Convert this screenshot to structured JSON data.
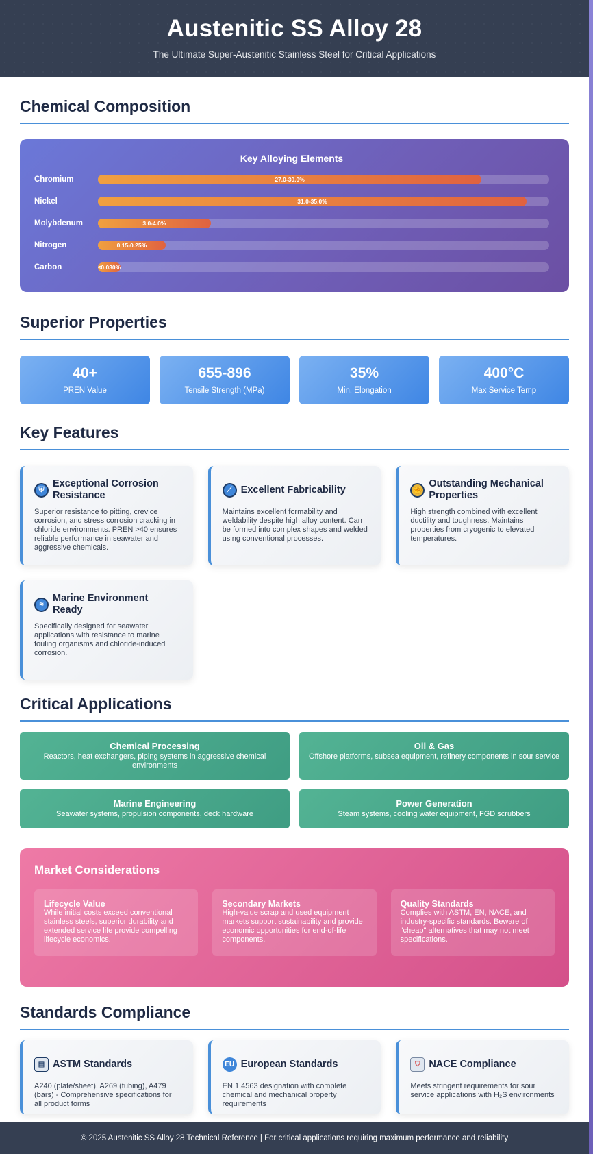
{
  "header": {
    "title": "Austenitic SS Alloy 28",
    "subtitle": "The Ultimate Super-Austenitic Stainless Steel for Critical Applications"
  },
  "chemical": {
    "section_title": "Chemical Composition",
    "box_title": "Key Alloying Elements",
    "elements": [
      {
        "name": "Chromium",
        "range": "27.0-30.0%",
        "fill": 0.85
      },
      {
        "name": "Nickel",
        "range": "31.0-35.0%",
        "fill": 0.95
      },
      {
        "name": "Molybdenum",
        "range": "3.0-4.0%",
        "fill": 0.25
      },
      {
        "name": "Nitrogen",
        "range": "0.15-0.25%",
        "fill": 0.15
      },
      {
        "name": "Carbon",
        "range": "≤0.030%",
        "fill": 0.05
      }
    ]
  },
  "properties": {
    "section_title": "Superior Properties",
    "items": [
      {
        "value": "40+",
        "label": "PREN Value"
      },
      {
        "value": "655-896",
        "label": "Tensile Strength (MPa)"
      },
      {
        "value": "35%",
        "label": "Min. Elongation"
      },
      {
        "value": "400°C",
        "label": "Max Service Temp"
      }
    ]
  },
  "features": {
    "section_title": "Key Features",
    "items": [
      {
        "icon": "corrosion-shield-icon",
        "glyph": "⛨",
        "title": "Exceptional Corrosion Resistance",
        "text": "Superior resistance to pitting, crevice corrosion, and stress corrosion cracking in chloride environments. PREN >40 ensures reliable performance in seawater and aggressive chemicals."
      },
      {
        "icon": "wrench-icon",
        "glyph": "⟋",
        "title": "Excellent Fabricability",
        "text": "Maintains excellent formability and weldability despite high alloy content. Can be formed into complex shapes and welded using conventional processes."
      },
      {
        "icon": "flexed-arm-icon",
        "glyph": "✊",
        "title": "Outstanding Mechanical Properties",
        "text": "High strength combined with excellent ductility and toughness. Maintains properties from cryogenic to elevated temperatures."
      },
      {
        "icon": "wave-icon",
        "glyph": "≈",
        "title": "Marine Environment Ready",
        "text": "Specifically designed for seawater applications with resistance to marine fouling organisms and chloride-induced corrosion."
      }
    ]
  },
  "applications": {
    "section_title": "Critical Applications",
    "items": [
      {
        "title": "Chemical Processing",
        "text": "Reactors, heat exchangers, piping systems in aggressive chemical environments"
      },
      {
        "title": "Oil & Gas",
        "text": "Offshore platforms, subsea equipment, refinery components in sour service"
      },
      {
        "title": "Marine Engineering",
        "text": "Seawater systems, propulsion components, deck hardware"
      },
      {
        "title": "Power Generation",
        "text": "Steam systems, cooling water equipment, FGD scrubbers"
      }
    ]
  },
  "market": {
    "title": "Market Considerations",
    "items": [
      {
        "title": "Lifecycle Value",
        "text": "While initial costs exceed conventional stainless steels, superior durability and extended service life provide compelling lifecycle economics."
      },
      {
        "title": "Secondary Markets",
        "text": "High-value scrap and used equipment markets support sustainability and provide economic opportunities for end-of-life components."
      },
      {
        "title": "Quality Standards",
        "text": "Complies with ASTM, EN, NACE, and industry-specific standards. Beware of \"cheap\" alternatives that may not meet specifications."
      }
    ]
  },
  "standards": {
    "section_title": "Standards Compliance",
    "items": [
      {
        "icon": "clipboard-icon",
        "glyph": "▤",
        "title": "ASTM Standards",
        "text": "A240 (plate/sheet), A269 (tubing), A479 (bars) - Comprehensive specifications for all product forms"
      },
      {
        "icon": "eu-badge-icon",
        "glyph": "EU",
        "title": "European Standards",
        "text": "EN 1.4563 designation with complete chemical and mechanical property requirements"
      },
      {
        "icon": "shield-icon",
        "glyph": "⛉",
        "title": "NACE Compliance",
        "text": "Meets stringent requirements for sour service applications with H₂S environments"
      }
    ]
  },
  "footer": {
    "text": "© 2025 Austenitic SS Alloy 28 Technical Reference | For critical applications requiring maximum performance and reliability"
  }
}
